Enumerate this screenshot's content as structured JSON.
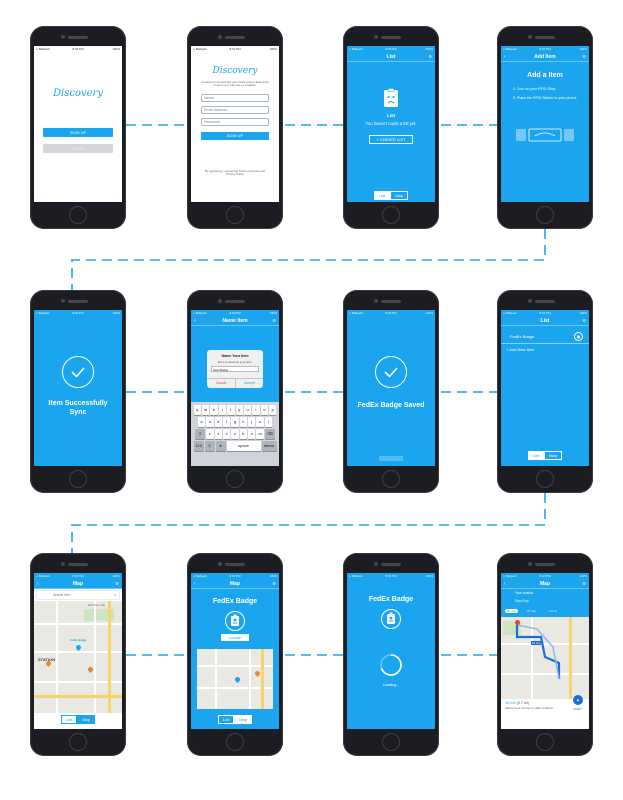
{
  "theme": {
    "brand_blue": "#1aa5ee",
    "phone_body": "#1c1d22",
    "connector": "#1aa5ee"
  },
  "status_bar": {
    "carrier": "•• Ballpark",
    "time": "8:40 PM",
    "battery": "100%"
  },
  "screens": {
    "s1": {
      "logo": "Discovery",
      "signup": "SIGN UP",
      "login": "LOGIN"
    },
    "s2": {
      "logo": "Discovery",
      "intro": "Creating an account lets you create a list or keep track of items you may lose or misplace.",
      "name_ph": "Name:",
      "email_ph": "Email Address:",
      "password_ph": "Password:",
      "signup": "SIGN UP",
      "terms": "By registering, I accept the Terms of Service and Privacy Policy"
    },
    "s3": {
      "title": "List",
      "heading": "List",
      "empty": "You haven't made a list yet.",
      "create": "+ CREATE LIST",
      "seg_list": "List",
      "seg_map": "Map"
    },
    "s4": {
      "title": "Add Item",
      "heading": "Add a Item",
      "step1": "1. Turn on your RFID Stick.",
      "step2": "2. Place the RFID Sticker to your phone."
    },
    "s5": {
      "message_line1": "Item Successfully",
      "message_line2": "Sync"
    },
    "s6": {
      "title": "Name Item",
      "dialog_title": "Name Your Item",
      "dialog_sub": "Put in a name for your item.",
      "dialog_value": "Hello Badge",
      "cancel": "Cancel",
      "accept": "Accept",
      "keys_row1": [
        "q",
        "w",
        "e",
        "r",
        "t",
        "y",
        "u",
        "i",
        "o",
        "p"
      ],
      "keys_row2": [
        "a",
        "s",
        "d",
        "f",
        "g",
        "h",
        "j",
        "k",
        "l"
      ],
      "keys_row3": [
        "z",
        "x",
        "c",
        "v",
        "b",
        "n",
        "m"
      ],
      "space": "space",
      "return": "return"
    },
    "s7": {
      "message": "FedEx Badge Saved"
    },
    "s8": {
      "title": "List",
      "item": "FedEx Badge",
      "add": "+ Add New Item",
      "seg_list": "List",
      "seg_map": "Map"
    },
    "s9": {
      "title": "Map",
      "search_ph": "Search here",
      "pin_label": "FedEx Badge",
      "place1": "Walt Flop Cafe",
      "place2": "STATION",
      "seg_list": "List",
      "seg_map": "Map"
    },
    "s10": {
      "title": "Map",
      "heading": "FedEx Badge",
      "locate": "Locate",
      "seg_list": "List",
      "seg_map": "Map"
    },
    "s11": {
      "heading": "FedEx Badge",
      "loading": "Locating..."
    },
    "s12": {
      "title": "Map",
      "from": "Your location",
      "to": "Sam Flop",
      "mode1": "16 min",
      "mode2": "37 min",
      "mode3": "1 hr 6",
      "route_label": "16 min",
      "eta": "16 min",
      "distance": "(5.7 mi)",
      "note": "Fastest route now due to traffic conditions",
      "start": "START"
    }
  }
}
